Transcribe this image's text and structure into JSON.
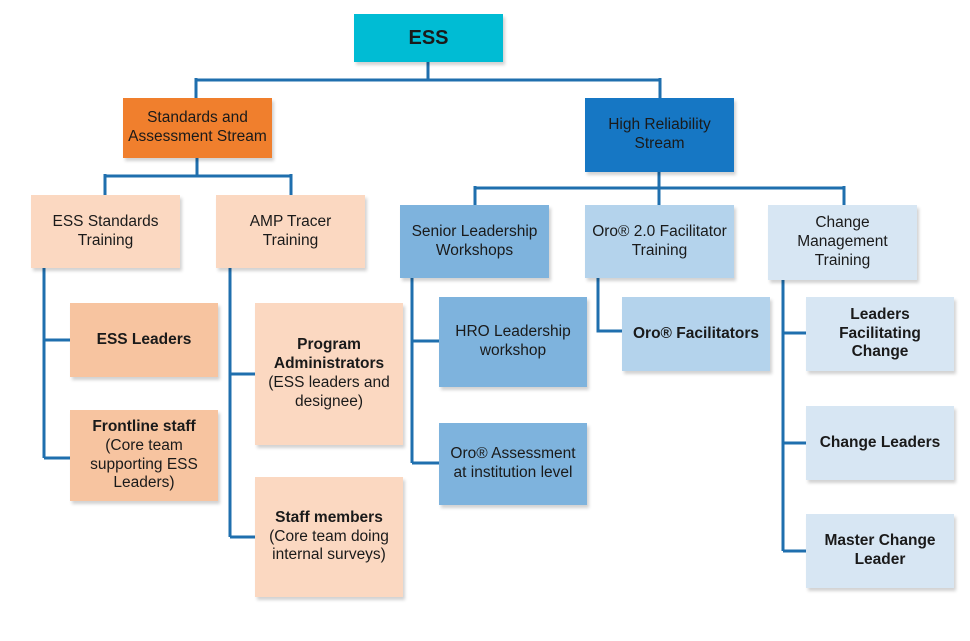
{
  "colors": {
    "root": "#00bcd4",
    "stream1": "#f07f2d",
    "stream2": "#1677c4",
    "peach_mid": "#f7c4a0",
    "peach_light": "#fbd8c1",
    "blue_mid": "#7eb3dd",
    "blue_light": "#b4d3ec",
    "blue_pale": "#d7e6f3",
    "connector": "#1f6fae"
  },
  "root": {
    "label": "ESS"
  },
  "streams": {
    "standards": {
      "lines": [
        "Standards and",
        "Assessment Stream"
      ]
    },
    "high_reliability": {
      "lines": [
        "High Reliability",
        "Stream"
      ]
    }
  },
  "trainings": {
    "ess_standards": {
      "lines": [
        "ESS Standards",
        "Training"
      ]
    },
    "amp_tracer": {
      "lines": [
        "AMP Tracer",
        "Training"
      ]
    },
    "senior_leadership": {
      "lines": [
        "Senior Leadership",
        "Workshops"
      ]
    },
    "oro_facilitator": {
      "lines": [
        "Oro® 2.0 Facilitator",
        "Training"
      ]
    },
    "change_management": {
      "lines": [
        "Change",
        "Management",
        "Training"
      ]
    }
  },
  "audiences": {
    "ess_leaders": {
      "bold": [
        "ESS Leaders"
      ],
      "normal": []
    },
    "frontline_staff": {
      "bold": [
        "Frontline staff"
      ],
      "normal": [
        "(Core team",
        "supporting ESS",
        "Leaders)"
      ]
    },
    "program_admins": {
      "bold": [
        "Program",
        "Administrators"
      ],
      "normal": [
        "(ESS leaders and",
        "designee)"
      ]
    },
    "staff_members": {
      "bold": [
        "Staff members"
      ],
      "normal": [
        "(Core team doing",
        "internal surveys)"
      ]
    },
    "hro_workshop": {
      "bold": [],
      "normal": [
        "HRO Leadership",
        "workshop"
      ]
    },
    "oro_assessment": {
      "bold": [],
      "normal": [
        "Oro® Assessment",
        "at institution level"
      ]
    },
    "oro_facilitators": {
      "bold": [
        "Oro® Facilitators"
      ],
      "normal": []
    },
    "leaders_facilitating": {
      "bold": [
        "Leaders",
        "Facilitating",
        "Change"
      ],
      "normal": []
    },
    "change_leaders": {
      "bold": [
        "Change Leaders"
      ],
      "normal": []
    },
    "master_change": {
      "bold": [
        "Master Change",
        "Leader"
      ],
      "normal": []
    }
  }
}
